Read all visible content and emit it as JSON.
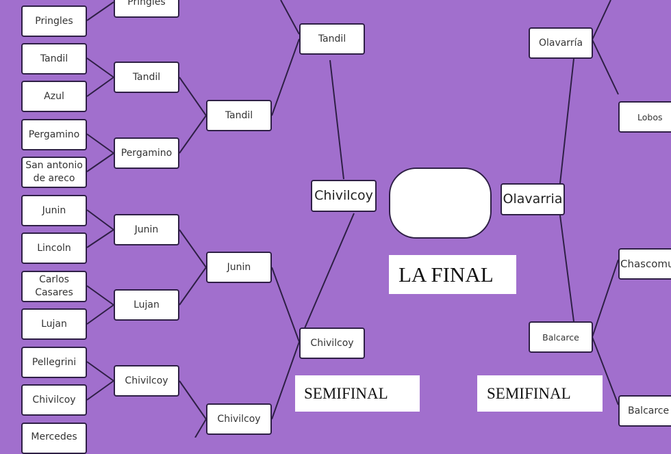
{
  "colors": {
    "background": "#a16fcd",
    "box": "#ffffff",
    "line": "#2e1f45"
  },
  "left": {
    "round1": [
      "Pringles",
      "Tandil",
      "Azul",
      "Pergamino",
      "San antonio de areco",
      "Junin",
      "Lincoln",
      "Carlos Casares",
      "Lujan",
      "Pellegrini",
      "Chivilcoy",
      "Mercedes"
    ],
    "round2": [
      "Pringles",
      "Tandil",
      "Pergamino",
      "Junin",
      "Lujan",
      "Chivilcoy"
    ],
    "round3": [
      "Tandil",
      "Junin",
      "Chivilcoy"
    ],
    "round4": [
      "Tandil",
      "Chivilcoy"
    ],
    "finalist": "Chivilcoy"
  },
  "right": {
    "finalist": "Olavarria",
    "semis": [
      "Olavarría",
      "Balcarce"
    ],
    "quarters": [
      "Lobos",
      "Chascomu",
      "Balcarce"
    ]
  },
  "final": {
    "winner": "",
    "label": "LA FINAL"
  },
  "semifinal_labels": [
    "SEMIFINAL",
    "SEMIFINAL"
  ]
}
